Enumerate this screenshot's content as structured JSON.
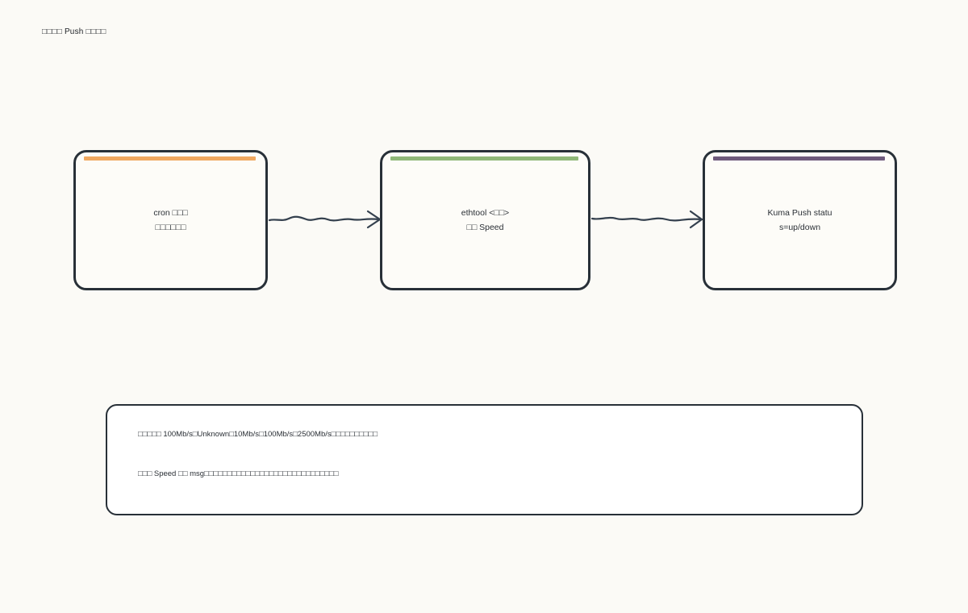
{
  "title": "□□□□ Push □□□□",
  "nodes": [
    {
      "id": "cron",
      "lines": [
        "cron □□□",
        "□□□□□□"
      ],
      "accent": "#f0a860"
    },
    {
      "id": "ethtool",
      "lines": [
        "ethtool <□□>",
        "□□ Speed"
      ],
      "accent": "#8fb878"
    },
    {
      "id": "kuma",
      "lines": [
        "Kuma Push status=up/down"
      ],
      "accent": "#6e5a7c"
    }
  ],
  "notes": [
    "□□□□□ 100Mb/s□Unknown□10Mb/s□100Mb/s□2500Mb/s□□□□□□□□□□",
    "□□□ Speed □□ msg□□□□□□□□□□□□□□□□□□□□□□□□□□□□□"
  ],
  "colors": {
    "background": "#fbfaf6",
    "stroke": "#283038",
    "arrow": "#34404e"
  }
}
